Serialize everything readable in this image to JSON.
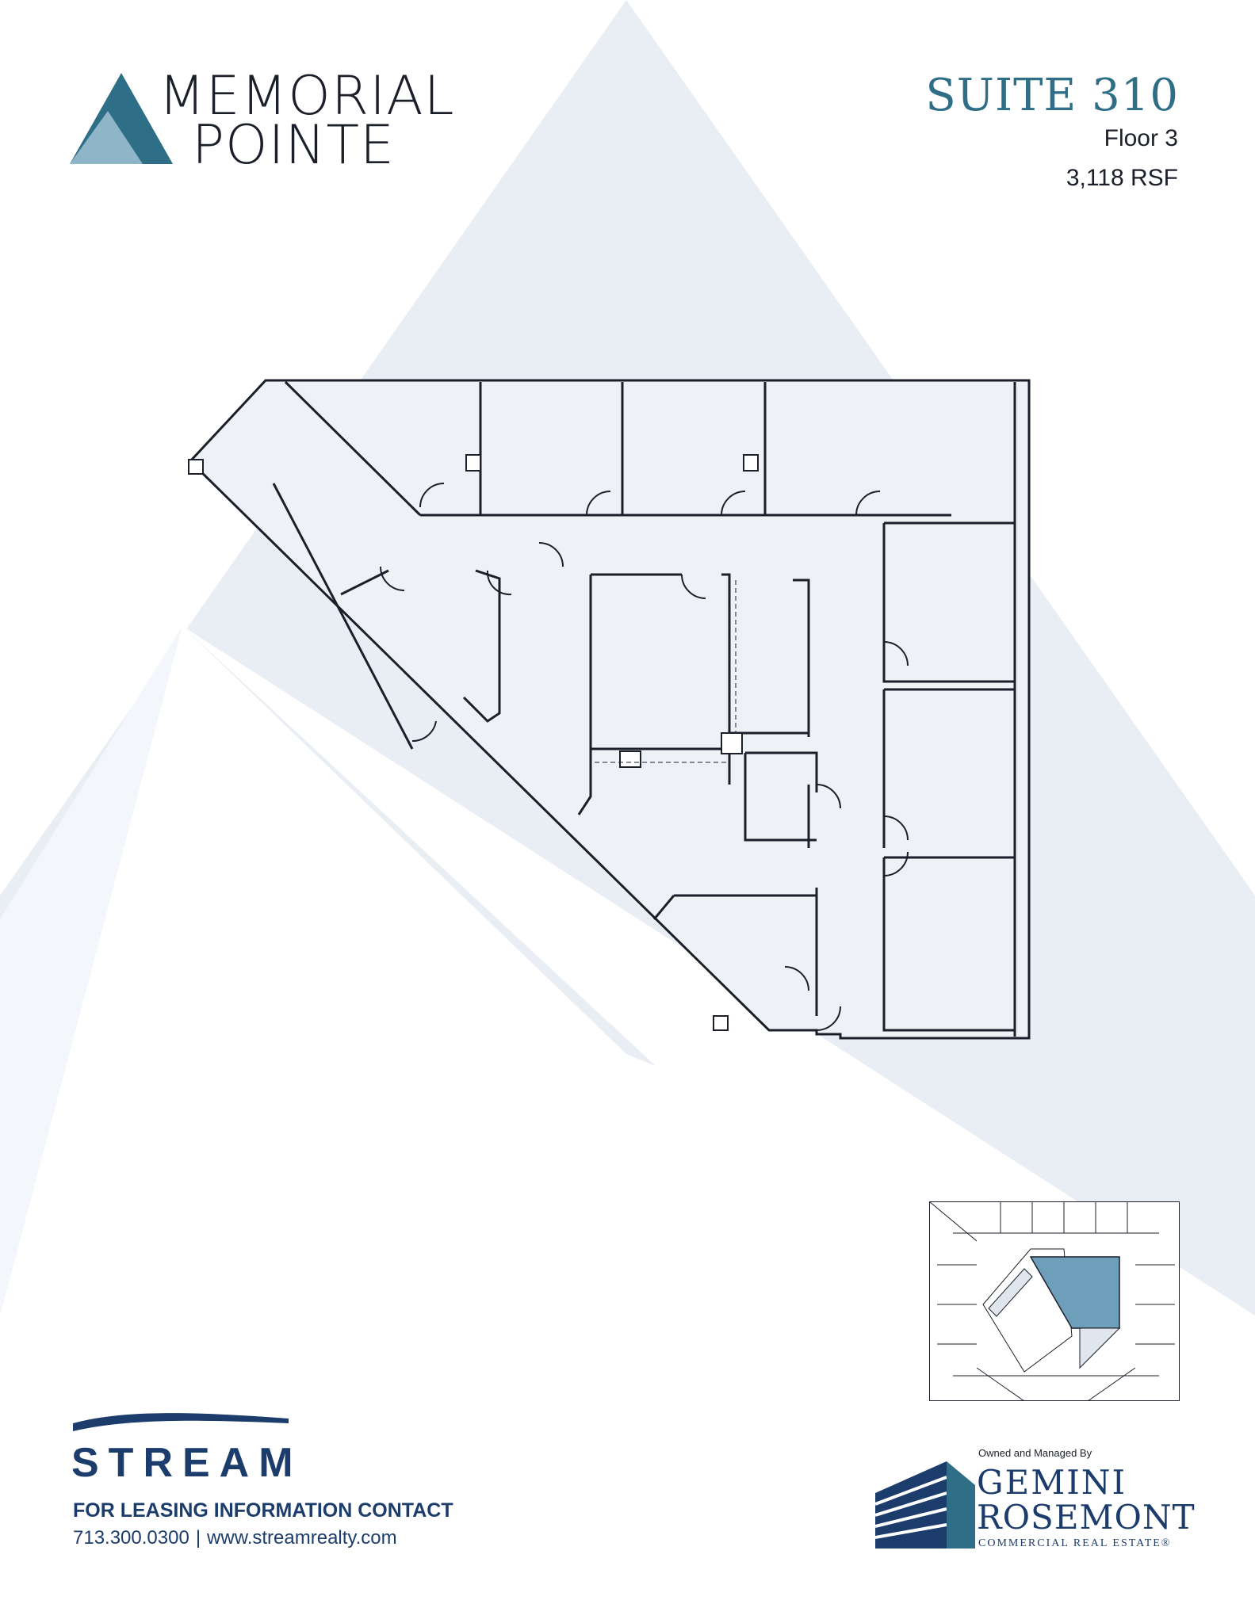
{
  "header": {
    "logo_line1": "MEMORIAL",
    "logo_line2": "POINTE",
    "suite_title": "SUITE 310",
    "floor": "Floor 3",
    "area": "3,118 RSF"
  },
  "footer": {
    "stream_wordmark": "STREAM",
    "leasing_heading": "FOR LEASING INFORMATION CONTACT",
    "phone": "713.300.0300",
    "separator": "|",
    "website": "www.streamrealty.com",
    "owned_by": "Owned and Managed By",
    "owner_line1": "GEMINI",
    "owner_line2": "ROSEMONT",
    "owner_line3": "COMMERCIAL REAL ESTATE®"
  },
  "colors": {
    "brand_teal": "#2e6e86",
    "brand_navy": "#1c3d6b",
    "plan_fill": "#eef2f7",
    "keyplan_highlight": "#6e9fba",
    "background_triangle": "#e9eef4"
  },
  "icons": [
    "memorial-pointe-logo-icon",
    "stream-wave-icon",
    "gemini-rosemont-building-icon"
  ]
}
